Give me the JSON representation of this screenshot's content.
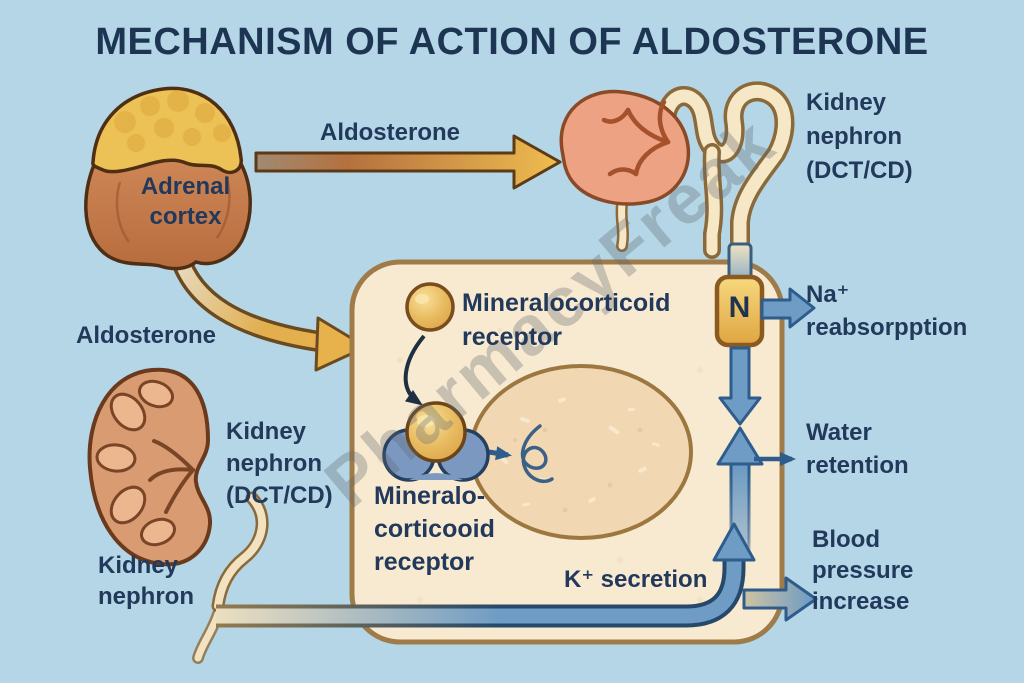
{
  "labels": {
    "title": "MECHANISM OF ACTION OF ALDOSTERONE",
    "adrenal_cortex": "Adrenal\ncortex",
    "aldosterone_top": "Aldosterone",
    "aldosterone_side": "Aldosterone",
    "kidney_nephron_top": "Kidney\nnephron\n(DCT/CD)",
    "kidney_nephron_mid": "Kidney\nnephron\n(DCT/CD)",
    "kidney_nephron_bottom": "Kidney\nnephron",
    "receptor_cytoplasm": "Mineralocorticoid\nreceptor",
    "receptor_complex": "Mineralo-\ncorticooid\nreceptor",
    "sodium_channel": "N",
    "sodium_reabsorption": "Na⁺\nreabsorpption",
    "water_retention": "Water\nretention",
    "blood_pressure_increase": "Blood\npressure\nincrease",
    "potassium_secretion": "K⁺ secretion",
    "watermark": "PharmacyFreak"
  },
  "colors": {
    "background": "#b4d6e6",
    "ink": "#22395b",
    "cell_fill": "#f8ead0",
    "cell_border": "#9e7b48",
    "nucleus_fill": "#f2d7b3",
    "arrow_blue": "#6f9cc4",
    "arrow_blue_dark": "#2e5c8c",
    "gold": "#eab54e",
    "adrenal_brown": "#c47a48",
    "kidney_salmon": "#eda284"
  }
}
